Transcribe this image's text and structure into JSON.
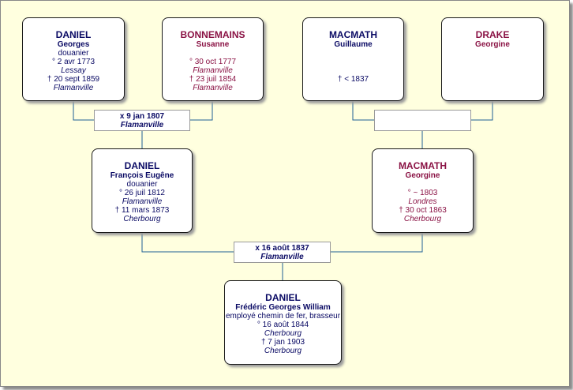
{
  "persons": {
    "p1": {
      "surname": "DANIEL",
      "given": "Georges",
      "occupation": "douanier",
      "birth": "° 2 avr 1773",
      "birth_place": "Lessay",
      "death": "† 20 sept 1859",
      "death_place": "Flamanville"
    },
    "p2": {
      "surname": "BONNEMAINS",
      "given": "Susanne",
      "birth": "° 30 oct 1777",
      "birth_place": "Flamanville",
      "death": "† 23 juil 1854",
      "death_place": "Flamanville"
    },
    "p3": {
      "surname": "MACMATH",
      "given": "Guillaume",
      "death": "† < 1837"
    },
    "p4": {
      "surname": "DRAKE",
      "given": "Georgine"
    },
    "p5": {
      "surname": "DANIEL",
      "given": "François Eugêne",
      "occupation": "douanier",
      "birth": "° 26 juil 1812",
      "birth_place": "Flamanville",
      "death": "† 11 mars 1873",
      "death_place": "Cherbourg"
    },
    "p6": {
      "surname": "MACMATH",
      "given": "Georgine",
      "birth": "° ~ 1803",
      "birth_place": "Londres",
      "death": "† 30 oct 1863",
      "death_place": "Cherbourg"
    },
    "p7": {
      "surname": "DANIEL",
      "given": "Frédéric Georges William",
      "occupation": "employé chemin de fer, brasseur",
      "birth": "° 16 août 1844",
      "birth_place": "Cherbourg",
      "death": "† 7 jan 1903",
      "death_place": "Cherbourg"
    }
  },
  "marriages": {
    "m1": {
      "date": "x 9 jan 1807",
      "place": "Flamanville"
    },
    "m2": {
      "date": "",
      "place": ""
    },
    "m3": {
      "date": "x 16 août 1837",
      "place": "Flamanville"
    }
  },
  "colors": {
    "male": "#0a0a64",
    "female": "#8a1244",
    "line": "#1f5f96",
    "background": "#ffffdf"
  }
}
